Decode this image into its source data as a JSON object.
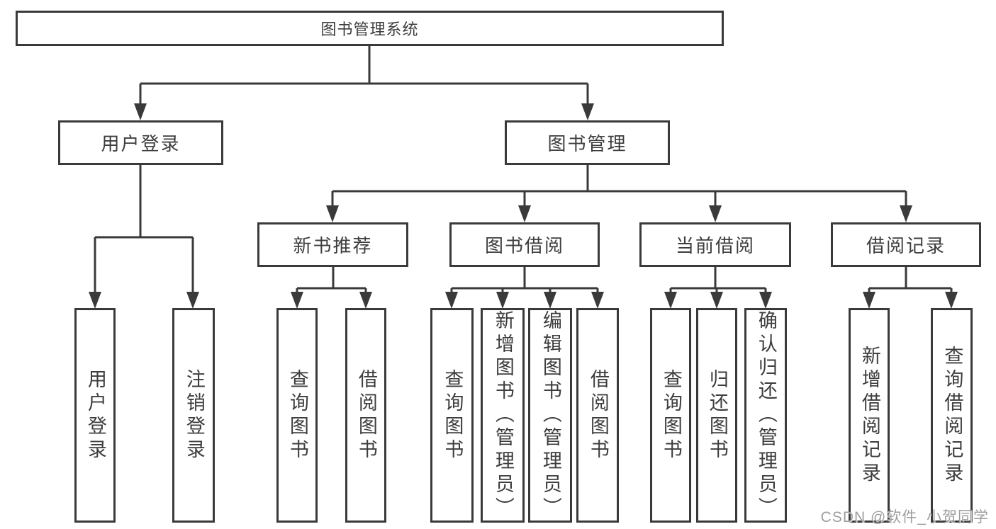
{
  "tree": {
    "label": "图书管理系统",
    "children": [
      {
        "label": "用户登录",
        "children": [
          {
            "label": "用户登录"
          },
          {
            "label": "注销登录"
          }
        ]
      },
      {
        "label": "图书管理",
        "children": [
          {
            "label": "新书推荐",
            "children": [
              {
                "label": "查询图书"
              },
              {
                "label": "借阅图书"
              }
            ]
          },
          {
            "label": "图书借阅",
            "children": [
              {
                "label": "查询图书"
              },
              {
                "label": "新增图书（管理员）"
              },
              {
                "label": "编辑图书（管理员）"
              },
              {
                "label": "借阅图书"
              }
            ]
          },
          {
            "label": "当前借阅",
            "children": [
              {
                "label": "查询图书"
              },
              {
                "label": "归还图书"
              },
              {
                "label": "确认归还（管理员）"
              }
            ]
          },
          {
            "label": "借阅记录",
            "children": [
              {
                "label": "新增借阅记录"
              },
              {
                "label": "查询借阅记录"
              }
            ]
          }
        ]
      }
    ]
  },
  "watermark": {
    "text": "CSDN @软件_小贺同学"
  },
  "colors": {
    "line": "#3a3a3a",
    "text": "#3d3d3d",
    "watermark": "#9e9e9e"
  }
}
